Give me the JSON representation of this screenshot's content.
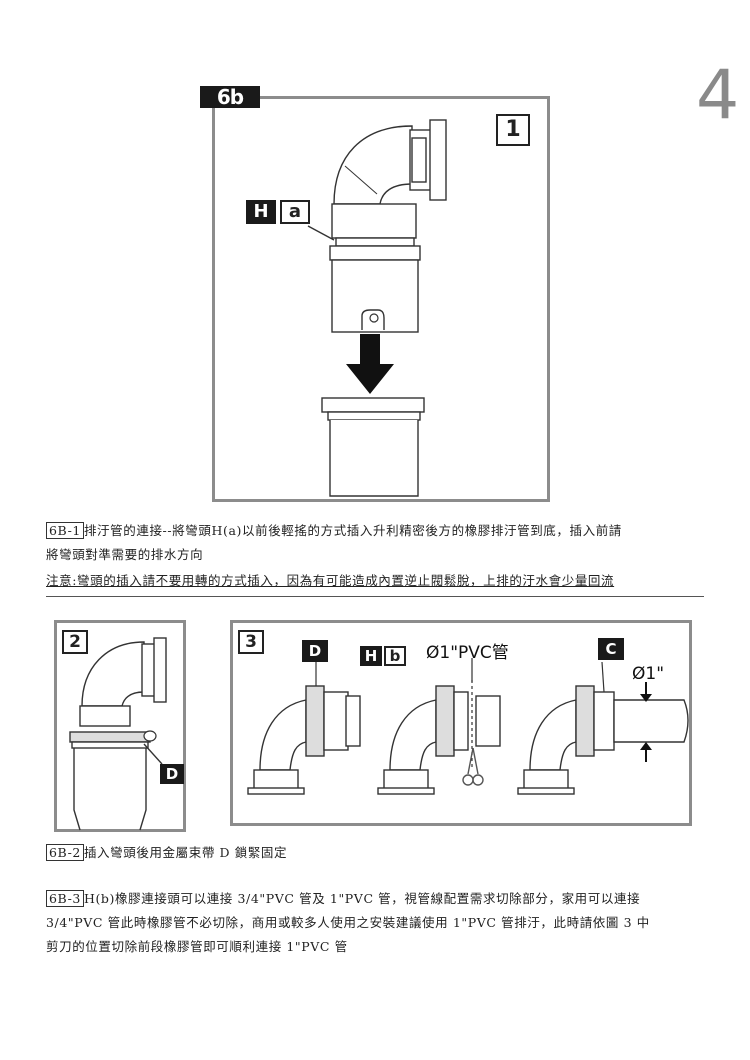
{
  "page": {
    "number": "4"
  },
  "fig6b": {
    "section_label": "6b",
    "step": "1",
    "tag_h": "H",
    "tag_a": "a"
  },
  "fig2": {
    "step": "2",
    "tag_d": "D"
  },
  "fig3": {
    "step": "3",
    "tag_d": "D",
    "tag_h": "H",
    "tag_b": "b",
    "pvc_label": "Ø1\"PVC管",
    "tag_c": "C",
    "dia_label": "Ø1\""
  },
  "text": {
    "p1_code": "6B-1",
    "p1_line1": "排汙管的連接--將彎頭H(a)以前後輕搖的方式插入升利精密後方的橡膠排汙管到底，插入前請",
    "p1_line2": "將彎頭對準需要的排水方向",
    "p1_note": "注意:彎頭的插入請不要用轉的方式插入，因為有可能造成內置逆止閥鬆脫，上排的汙水會少量回流",
    "p2_code": "6B-2",
    "p2_text": "插入彎頭後用金屬束帶 D 鎖緊固定",
    "p3_code": "6B-3",
    "p3_line1": "H(b)橡膠連接頭可以連接 3/4\"PVC 管及 1\"PVC 管，視管線配置需求切除部分，家用可以連接",
    "p3_line2": "3/4\"PVC 管此時橡膠管不必切除，商用或較多人使用之安裝建議使用 1\"PVC 管排汙，此時請依圖 3 中",
    "p3_line3": "剪刀的位置切除前段橡膠管即可順利連接 1\"PVC 管"
  },
  "icons": [
    "down-arrow-icon",
    "scissors-icon",
    "diameter-arrow-icon"
  ]
}
